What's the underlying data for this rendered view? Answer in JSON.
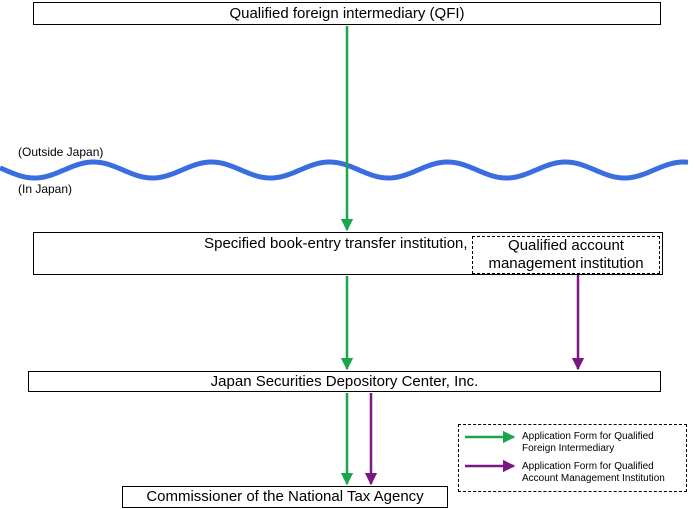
{
  "colors": {
    "application_green": "#1aa64f",
    "application_purple": "#7b1685",
    "border_line_blue": "#3a6ee0"
  },
  "boxes": {
    "qfi": "Qualified foreign intermediary (QFI)",
    "transfer_institution": "Specified book-entry transfer institution, etc.",
    "qualified_account_institution": "Qualified account management institution",
    "jasdec": "Japan Securities Depository Center, Inc.",
    "commissioner": "Commissioner of the National Tax Agency"
  },
  "regions": {
    "outside": "(Outside Japan)",
    "inside": "(In Japan)"
  },
  "legend": {
    "qfi_form": "Application Form for Qualified Foreign Intermediary",
    "qami_form": "Application Form for Qualified Account Management Institution"
  }
}
